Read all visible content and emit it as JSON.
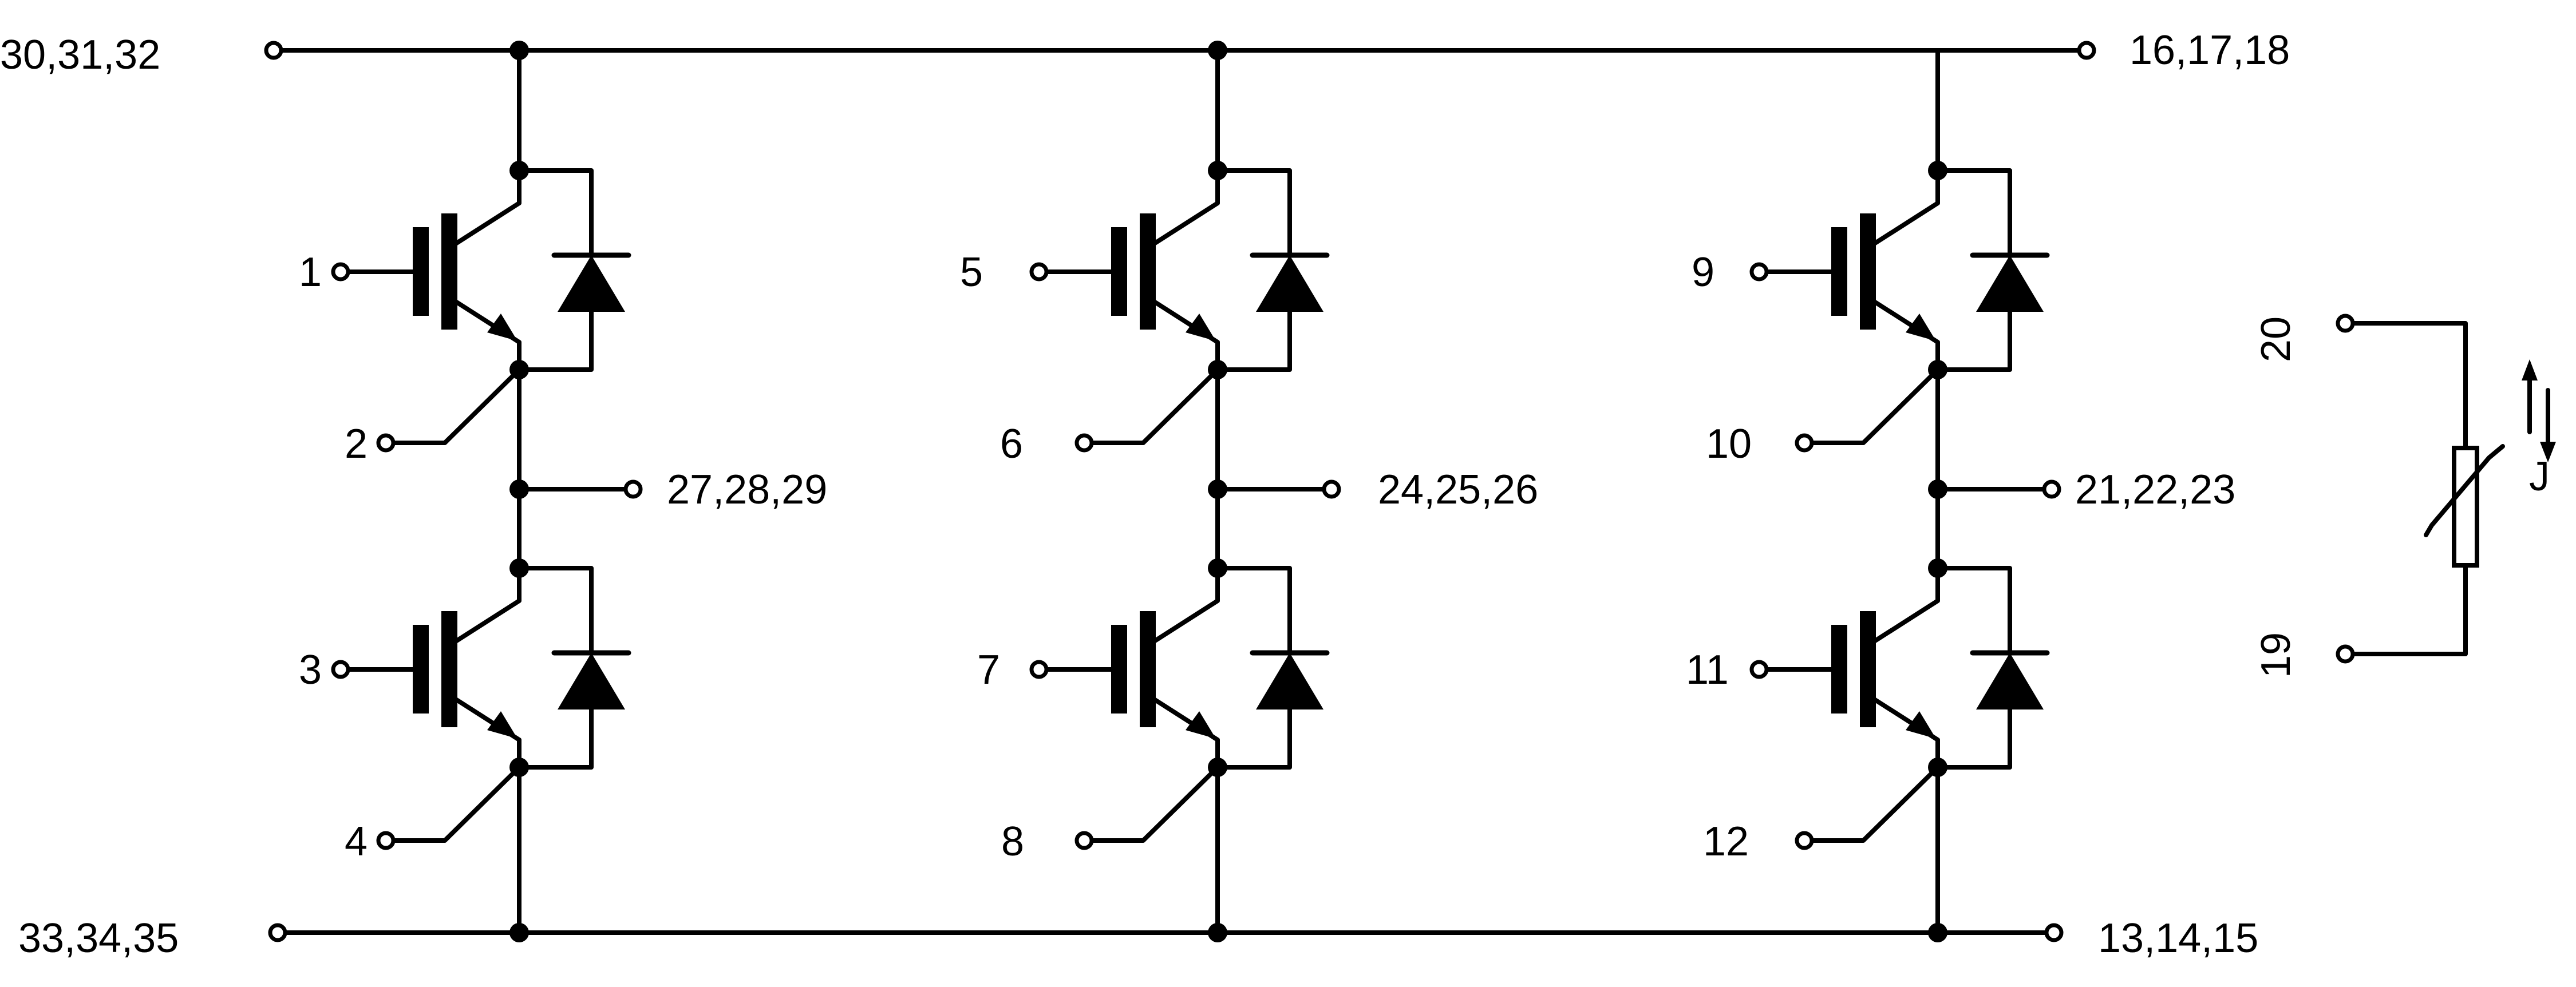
{
  "colors": {
    "line": "#000000",
    "background": "#ffffff"
  },
  "rails": {
    "top_left": "30,31,32",
    "top_right": "16,17,18",
    "bottom_left": "33,34,35",
    "bottom_right": "13,14,15"
  },
  "legs": [
    {
      "output": "27,28,29",
      "upper": {
        "gate": "1",
        "emitter": "2"
      },
      "lower": {
        "gate": "3",
        "emitter": "4"
      }
    },
    {
      "output": "24,25,26",
      "upper": {
        "gate": "5",
        "emitter": "6"
      },
      "lower": {
        "gate": "7",
        "emitter": "8"
      }
    },
    {
      "output": "21,22,23",
      "upper": {
        "gate": "9",
        "emitter": "10"
      },
      "lower": {
        "gate": "11",
        "emitter": "12"
      }
    }
  ],
  "thermistor": {
    "pin_top": "20",
    "pin_bottom": "19",
    "label": "J"
  }
}
